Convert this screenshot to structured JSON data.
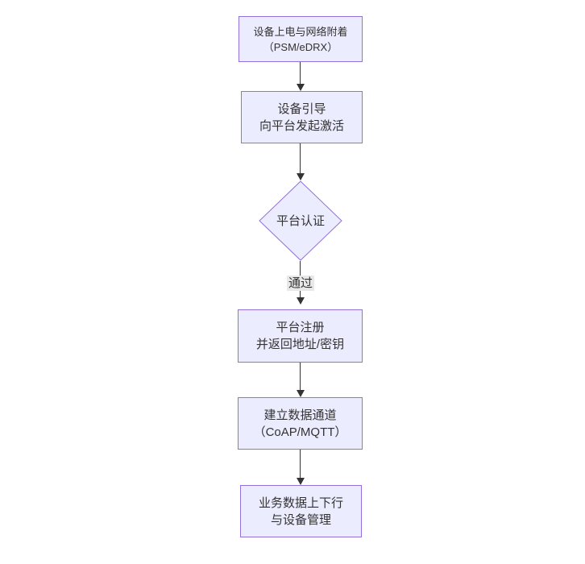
{
  "diagram": {
    "type": "flowchart",
    "direction": "top-down",
    "colors": {
      "node_fill": "#ECECFF",
      "node_border": "#9370DB",
      "text": "#333333",
      "edge": "#333333",
      "edge_label_bg": "#e8e8e8",
      "canvas_bg": "#ffffff"
    }
  },
  "nodes": {
    "power": {
      "line1": "设备上电与网络附着",
      "line2": "（PSM/eDRX）"
    },
    "bootstrap": {
      "line1": "设备引导",
      "line2": "向平台发起激活"
    },
    "auth": {
      "label": "平台认证"
    },
    "register": {
      "line1": "平台注册",
      "line2": "并返回地址/密钥"
    },
    "channel": {
      "line1": "建立数据通道",
      "line2": "（CoAP/MQTT）"
    },
    "business": {
      "line1": "业务数据上下行",
      "line2": "与设备管理"
    }
  },
  "edges": {
    "auth_pass_label": "通过"
  }
}
